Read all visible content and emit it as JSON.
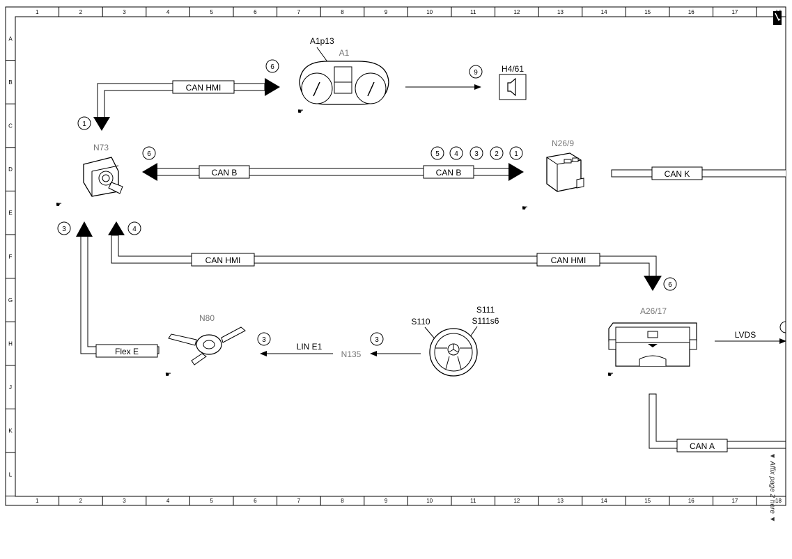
{
  "grid": {
    "columns": [
      "1",
      "2",
      "3",
      "4",
      "5",
      "6",
      "7",
      "8",
      "9",
      "10",
      "11",
      "12",
      "13",
      "14",
      "15",
      "16",
      "17",
      "18"
    ],
    "rows": [
      "A",
      "B",
      "C",
      "D",
      "E",
      "F",
      "G",
      "H",
      "J",
      "K",
      "L"
    ]
  },
  "components": {
    "a1": {
      "label": "A1",
      "sub_label": "A1p13",
      "name": "instrument-cluster"
    },
    "h4_61": {
      "label": "H4/61",
      "name": "speaker"
    },
    "n73": {
      "label": "N73",
      "name": "ignition-switch"
    },
    "n26_9": {
      "label": "N26/9",
      "name": "control-module"
    },
    "n80": {
      "label": "N80",
      "name": "steering-column-module"
    },
    "n135": {
      "label": "N135",
      "name": "steering-wheel-electronics"
    },
    "steering_wheel": {
      "label_left": "S110",
      "label_right_top": "S111",
      "label_right_bottom": "S111s6"
    },
    "a26_17": {
      "label": "A26/17",
      "name": "head-unit"
    }
  },
  "connections": {
    "can_hmi_top": "CAN HMI",
    "can_b_left": "CAN B",
    "can_b_right": "CAN B",
    "can_k": "CAN K",
    "can_hmi_mid_left": "CAN HMI",
    "can_hmi_mid_right": "CAN HMI",
    "flex_e": "Flex E",
    "lin_e1": "LIN E1",
    "lvds": "LVDS",
    "can_a": "CAN A"
  },
  "circled_numbers": {
    "n1_left": "1",
    "n6_top": "6",
    "n9": "9",
    "n6_n73": "6",
    "seq": [
      "5",
      "4",
      "3",
      "2",
      "1"
    ],
    "n3_left": "3",
    "n4_left": "4",
    "n6_right": "6",
    "n3_n80": "3",
    "n3_n135": "3"
  },
  "side_note": "▼ Affix page 2 here ▼"
}
